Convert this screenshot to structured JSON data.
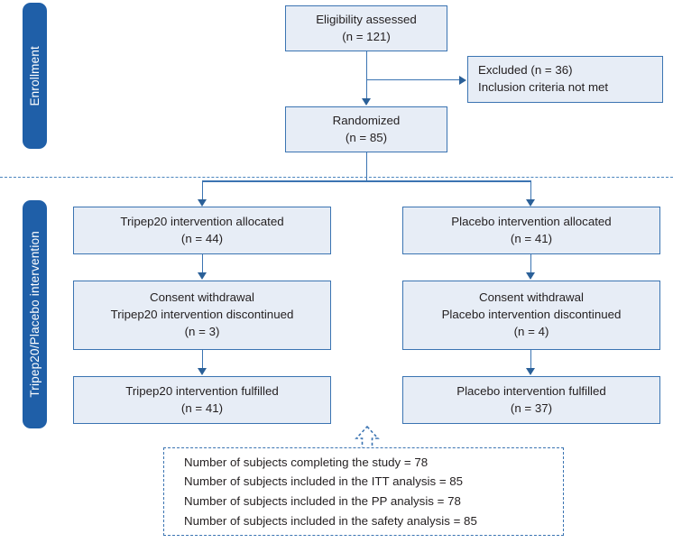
{
  "diagram": {
    "type": "consort-flow-diagram",
    "colors": {
      "box_fill": "#e7edf6",
      "box_border": "#3b74b2",
      "phase_bar": "#1f5fa8",
      "connector": "#3b74b2",
      "text": "#231f20",
      "background": "#ffffff"
    }
  },
  "phases": [
    {
      "label": "Enrollment"
    },
    {
      "label": "Tripep20/Placebo intervention"
    }
  ],
  "nodes": {
    "eligibility": {
      "line1": "Eligibility assessed",
      "line2": "(n = 121)"
    },
    "excluded": {
      "line1": "Excluded (n = 36)",
      "line2": "Inclusion criteria not met"
    },
    "randomized": {
      "line1": "Randomized",
      "line2": "(n = 85)"
    },
    "allocated_tripep20": {
      "line1": "Tripep20 intervention allocated",
      "line2": "(n = 44)"
    },
    "allocated_placebo": {
      "line1": "Placebo intervention allocated",
      "line2": "(n = 41)"
    },
    "withdrawal_tripep20": {
      "line1": "Consent withdrawal",
      "line2": "Tripep20 intervention discontinued",
      "line3": "(n = 3)"
    },
    "withdrawal_placebo": {
      "line1": "Consent withdrawal",
      "line2": "Placebo intervention discontinued",
      "line3": "(n = 4)"
    },
    "fulfilled_tripep20": {
      "line1": "Tripep20 intervention fulfilled",
      "line2": "(n = 41)"
    },
    "fulfilled_placebo": {
      "line1": "Placebo intervention fulfilled",
      "line2": "(n = 37)"
    }
  },
  "summary": {
    "line1": "Number of subjects completing the study = 78",
    "line2": "Number of subjects included in the ITT analysis = 85",
    "line3": "Number of subjects included in the PP analysis = 78",
    "line4": "Number of subjects included in the safety analysis = 85"
  },
  "chart_data": {
    "type": "table",
    "title": "CONSORT participant flow",
    "nodes": [
      {
        "id": "eligibility",
        "label": "Eligibility assessed",
        "n": 121
      },
      {
        "id": "excluded",
        "label": "Excluded - Inclusion criteria not met",
        "n": 36
      },
      {
        "id": "randomized",
        "label": "Randomized",
        "n": 85
      },
      {
        "id": "allocated_tripep20",
        "label": "Tripep20 intervention allocated",
        "n": 44
      },
      {
        "id": "allocated_placebo",
        "label": "Placebo intervention allocated",
        "n": 41
      },
      {
        "id": "withdrawal_tripep20",
        "label": "Consent withdrawal / Tripep20 intervention discontinued",
        "n": 3
      },
      {
        "id": "withdrawal_placebo",
        "label": "Consent withdrawal / Placebo intervention discontinued",
        "n": 4
      },
      {
        "id": "fulfilled_tripep20",
        "label": "Tripep20 intervention fulfilled",
        "n": 41
      },
      {
        "id": "fulfilled_placebo",
        "label": "Placebo intervention fulfilled",
        "n": 37
      }
    ],
    "analysis_sets": [
      {
        "label": "Completing the study",
        "n": 78
      },
      {
        "label": "ITT analysis",
        "n": 85
      },
      {
        "label": "PP analysis",
        "n": 78
      },
      {
        "label": "Safety analysis",
        "n": 85
      }
    ],
    "edges": [
      {
        "from": "eligibility",
        "to": "excluded"
      },
      {
        "from": "eligibility",
        "to": "randomized"
      },
      {
        "from": "randomized",
        "to": "allocated_tripep20"
      },
      {
        "from": "randomized",
        "to": "allocated_placebo"
      },
      {
        "from": "allocated_tripep20",
        "to": "withdrawal_tripep20"
      },
      {
        "from": "allocated_placebo",
        "to": "withdrawal_placebo"
      },
      {
        "from": "withdrawal_tripep20",
        "to": "fulfilled_tripep20"
      },
      {
        "from": "withdrawal_placebo",
        "to": "fulfilled_placebo"
      }
    ]
  }
}
